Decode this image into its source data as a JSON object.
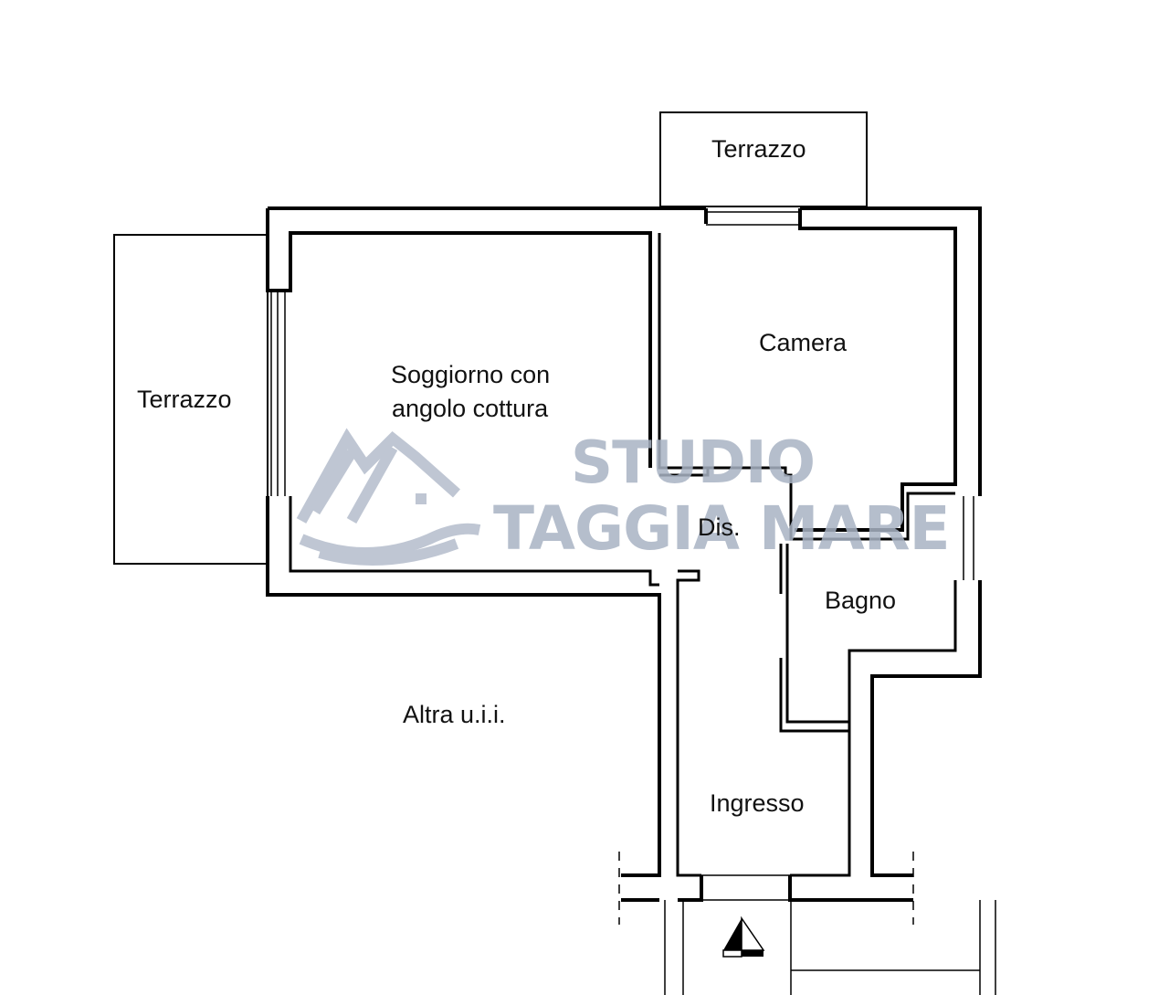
{
  "plan": {
    "rooms": {
      "terrazzo_top": "Terrazzo",
      "terrazzo_left": "Terrazzo",
      "soggiorno_line1": "Soggiorno con",
      "soggiorno_line2": "angolo cottura",
      "camera": "Camera",
      "dis": "Dis.",
      "bagno": "Bagno",
      "altra": "Altra u.i.i.",
      "ingresso": "Ingresso"
    },
    "watermark": {
      "line1": "STUDIO",
      "line2": "TAGGIA MARE",
      "color": "#a9b3c4"
    },
    "wall_color": "#000000"
  }
}
